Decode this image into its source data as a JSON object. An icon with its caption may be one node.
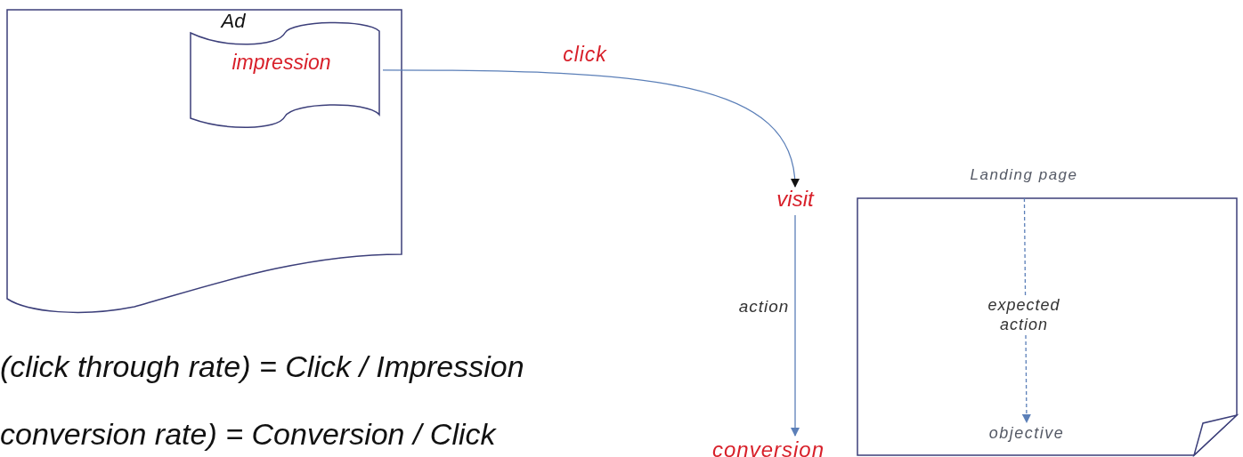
{
  "diagram": {
    "nodes": [
      {
        "text": [],
        "shape": "document"
      },
      {
        "text": [
          "Ad",
          "impression"
        ],
        "in": 0
      },
      {
        "text": [
          "visit"
        ]
      },
      {
        "text": [
          "conversion"
        ]
      },
      {
        "text": [
          "Landing page"
        ]
      },
      {
        "text": [
          "objective"
        ],
        "in": 4
      }
    ],
    "edges": [
      {
        "from": 1,
        "to": 2,
        "arrow": "to",
        "label": "click"
      },
      {
        "from": 2,
        "to": 3,
        "arrow": "to",
        "label": "action"
      },
      {
        "from": 4,
        "to": 5,
        "arrow": "to",
        "label": "expected action",
        "style": "dashed"
      }
    ],
    "labels": [
      "(click through rate) = Click / Impression",
      "conversion rate) = Conversion / Click"
    ]
  }
}
